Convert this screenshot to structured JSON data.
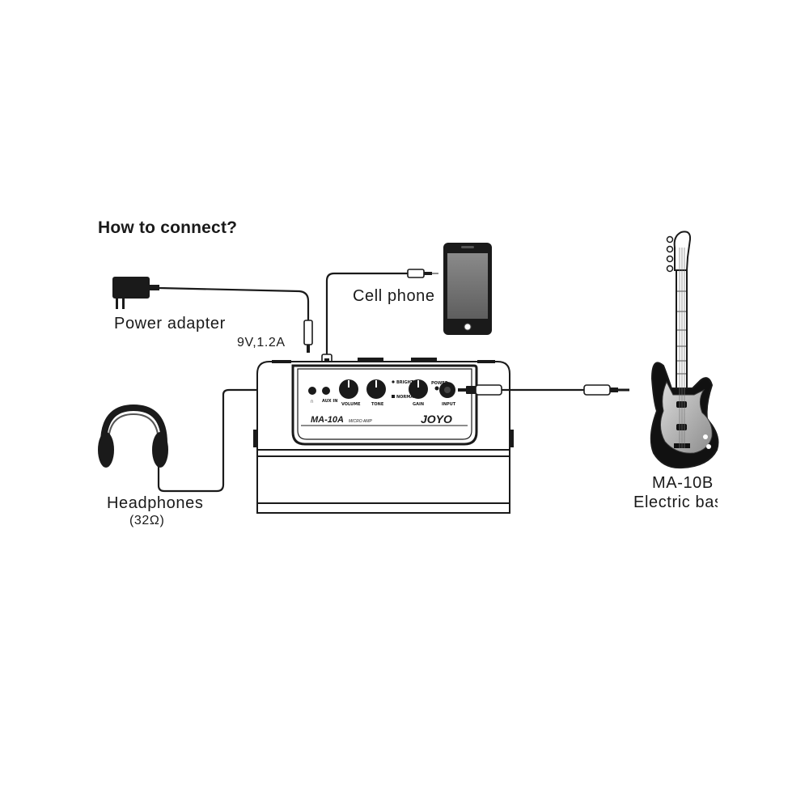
{
  "title": "How to connect?",
  "labels": {
    "power_adapter": "Power adapter",
    "power_spec": "9V,1.2A",
    "cell_phone": "Cell phone",
    "headphones": "Headphones",
    "headphones_impedance": "(32Ω)",
    "bass_model": "MA-10B",
    "bass_type": "Electric bass"
  },
  "amp": {
    "model": "MA-10A",
    "subtitle": "MICRO AMP",
    "brand": "JOYO",
    "knobs": [
      "VOLUME",
      "TONE",
      "GAIN"
    ],
    "jacks": [
      "INPUT"
    ],
    "switch_options": [
      "BRIGHT",
      "NORMAL"
    ],
    "indicator": "POWER"
  },
  "colors": {
    "ink": "#1a1a1a",
    "background": "#ffffff",
    "screen": "#6f6f6f",
    "bass_body": "#111111"
  }
}
